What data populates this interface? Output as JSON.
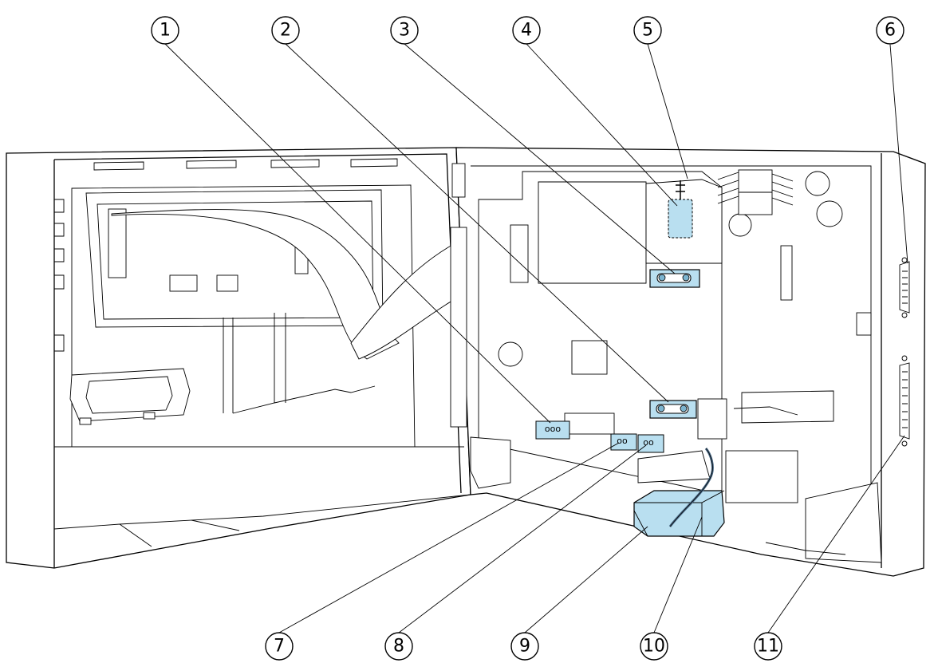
{
  "callouts": [
    {
      "id": "c1",
      "label": "1"
    },
    {
      "id": "c2",
      "label": "2"
    },
    {
      "id": "c3",
      "label": "3"
    },
    {
      "id": "c4",
      "label": "4"
    },
    {
      "id": "c5",
      "label": "5"
    },
    {
      "id": "c6",
      "label": "6"
    },
    {
      "id": "c7",
      "label": "7"
    },
    {
      "id": "c8",
      "label": "8"
    },
    {
      "id": "c9",
      "label": "9"
    },
    {
      "id": "c10",
      "label": "10"
    },
    {
      "id": "c11",
      "label": "11"
    }
  ],
  "colors": {
    "highlight": "#b9dff0",
    "highlight_dark": "#7cb4cf",
    "cable": "#4a6a86",
    "line": "#000000",
    "background": "#ffffff"
  },
  "connector_pins": {
    "terminal_7": "ooo",
    "terminal_8": "oo",
    "terminal_9": "oo"
  }
}
